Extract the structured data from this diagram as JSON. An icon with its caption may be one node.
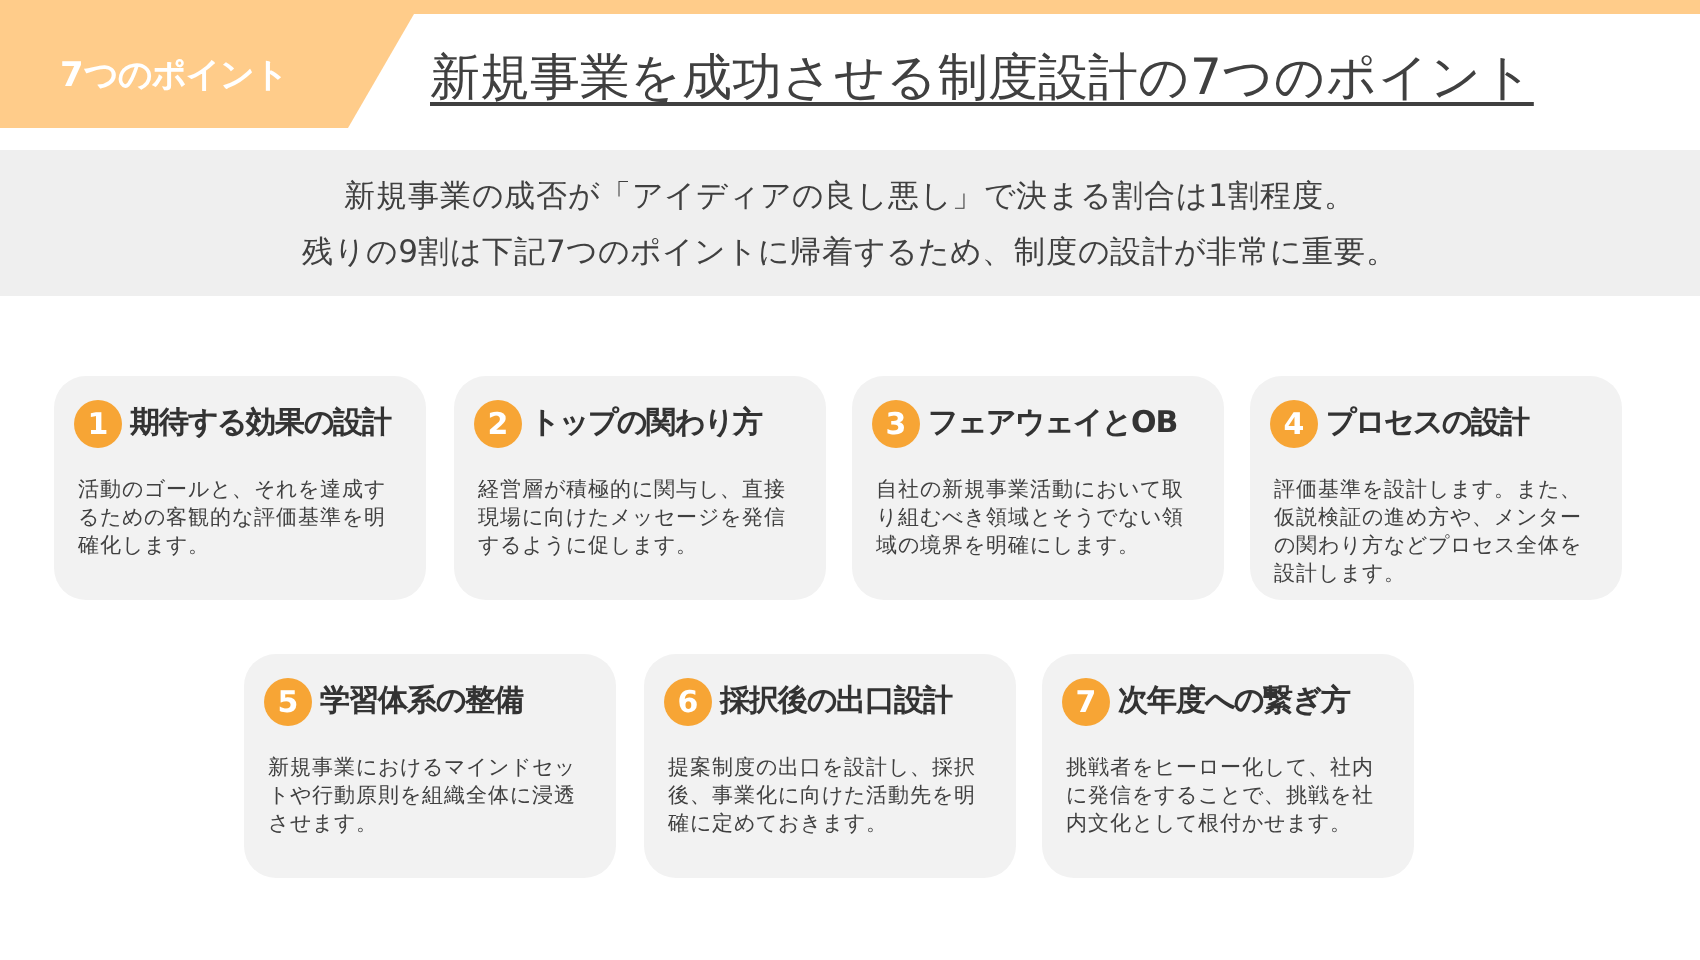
{
  "diagram": {
    "title": "新規事業を成功させる制度設計の7つのポイント",
    "nodes": [
      {
        "text": [
          "1",
          "期待する効果の設計",
          "活動のゴールと、それを達成するための客観的な評価基準を明確化します。"
        ]
      },
      {
        "text": [
          "2",
          "トップの関わり方",
          "経営層が積極的に関与し、直接現場に向けたメッセージを発信するように促します。"
        ]
      },
      {
        "text": [
          "3",
          "フェアウェイとOB",
          "自社の新規事業活動において取り組むべき領域とそうでない領域の境界を明確にします。"
        ]
      },
      {
        "text": [
          "4",
          "プロセスの設計",
          "評価基準を設計します。また、仮説検証の進め方や、メンターの関わり方などプロセス全体を設計します。"
        ]
      },
      {
        "text": [
          "5",
          "学習体系の整備",
          "新規事業におけるマインドセットや行動原則を組織全体に浸透させます。"
        ]
      },
      {
        "text": [
          "6",
          "採択後の出口設計",
          "提案制度の出口を設計し、採択後、事業化に向けた活動先を明確に定めておきます。"
        ]
      },
      {
        "text": [
          "7",
          "次年度への繋ぎ方",
          "挑戦者をヒーロー化して、社内に発信をすることで、挑戦を社内文化として根付かせます。"
        ]
      }
    ],
    "labels": [
      "7つのポイント",
      "新規事業の成否が「アイディアの良し悪し」で決まる割合は1割程度。",
      "残りの9割は下記7つのポイントに帰着するため、制度の設計が非常に重要。"
    ]
  }
}
